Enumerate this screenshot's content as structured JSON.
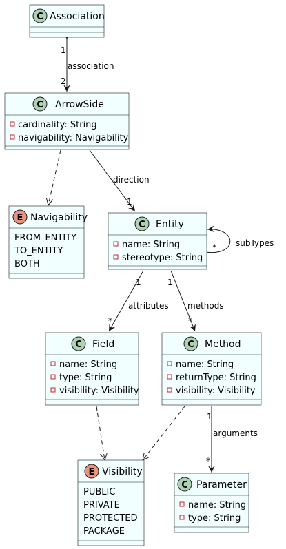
{
  "classes": {
    "association": {
      "name": "Association",
      "stereo": "C"
    },
    "arrowside": {
      "name": "ArrowSide",
      "stereo": "C",
      "attrs": [
        "cardinality: String",
        "navigability: Navigability"
      ]
    },
    "navigability": {
      "name": "Navigability",
      "stereo": "E",
      "values": [
        "FROM_ENTITY",
        "TO_ENTITY",
        "BOTH"
      ]
    },
    "entity": {
      "name": "Entity",
      "stereo": "C",
      "attrs": [
        "name: String",
        "stereotype: String"
      ]
    },
    "field": {
      "name": "Field",
      "stereo": "C",
      "attrs": [
        "name: String",
        "type: String",
        "visibility: Visibility"
      ]
    },
    "method": {
      "name": "Method",
      "stereo": "C",
      "attrs": [
        "name: String",
        "returnType: String",
        "visibility: Visibility"
      ]
    },
    "visibility": {
      "name": "Visibility",
      "stereo": "E",
      "values": [
        "PUBLIC",
        "PRIVATE",
        "PROTECTED",
        "PACKAGE"
      ]
    },
    "parameter": {
      "name": "Parameter",
      "stereo": "C",
      "attrs": [
        "name: String",
        "type: String"
      ]
    }
  },
  "relations": {
    "association": {
      "label": "association",
      "card_top": "1",
      "card_bottom": "2"
    },
    "direction": {
      "label": "direction",
      "card": "1"
    },
    "subtypes": {
      "label": "subTypes",
      "card": "*"
    },
    "attributes": {
      "label": "attributes",
      "card_src": "1",
      "card_dst": "*"
    },
    "methods": {
      "label": "methods",
      "card_src": "1",
      "card_dst": "*"
    },
    "arguments": {
      "label": "arguments",
      "card_src": "1",
      "card_dst": "*"
    }
  },
  "colors": {
    "class_fill": "#f1ffff",
    "class_circle": "#add1b2",
    "enum_circle": "#eb937f",
    "private_marker": "#c82930"
  }
}
